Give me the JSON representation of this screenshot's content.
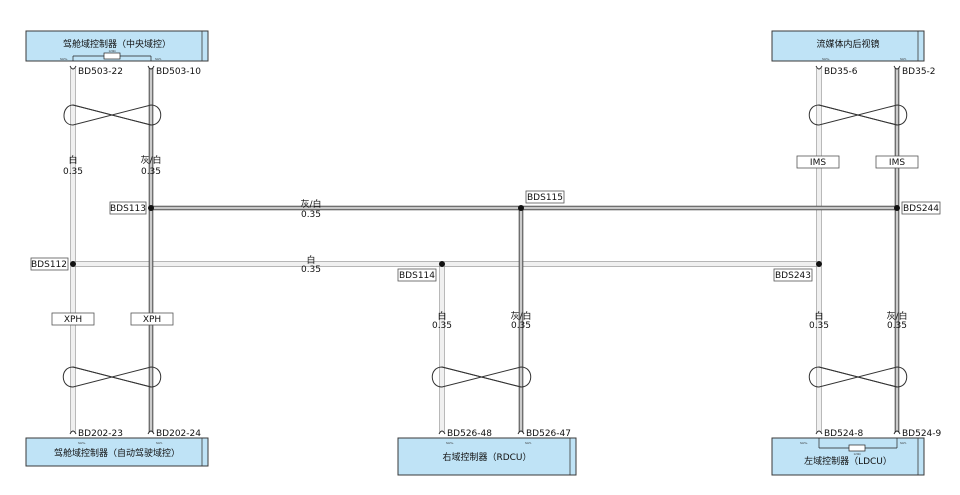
{
  "modules": {
    "top_left": "驾舱域控制器（中央域控）",
    "top_right": "流媒体内后视镜",
    "bottom_left": "驾舱域控制器（自动驾驶域控）",
    "bottom_mid": "右域控制器（RDCU）",
    "bottom_right": "左域控制器（LDCU）"
  },
  "internal": {
    "top_left_res": "120Ω",
    "bottom_right_res": "120Ω",
    "pin_h": "SGH+",
    "pin_l": "SGH-"
  },
  "pins": {
    "tl_1": "BD503-22",
    "tl_2": "BD503-10",
    "tr_1": "BD35-6",
    "tr_2": "BD35-2",
    "bl_1": "BD202-23",
    "bl_2": "BD202-24",
    "bm_1": "BD526-48",
    "bm_2": "BD526-47",
    "br_1": "BD524-8",
    "br_2": "BD524-9"
  },
  "splices": {
    "s113": "BDS113",
    "s115": "BDS115",
    "s244": "BDS244",
    "s112": "BDS112",
    "s114": "BDS114",
    "s243": "BDS243"
  },
  "wires": {
    "white": "白",
    "gray_white": "灰/白",
    "gauge": "0.35"
  },
  "harness_tags": {
    "ims": "IMS",
    "xph": "XPH"
  }
}
